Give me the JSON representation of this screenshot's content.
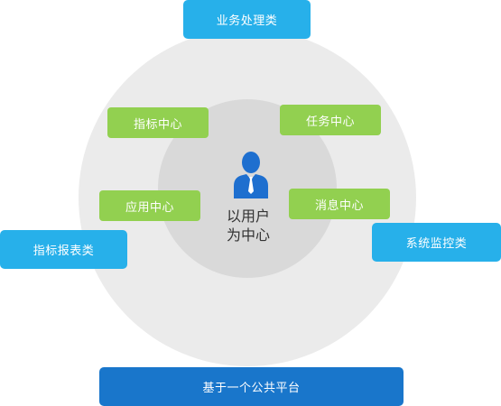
{
  "diagram": {
    "top_category": "业务处理类",
    "left_category": "指标报表类",
    "right_category": "系统监控类",
    "bottom_platform": "基于一个公共平台",
    "modules": {
      "indicator_center": "指标中心",
      "task_center": "任务中心",
      "application_center": "应用中心",
      "message_center": "消息中心"
    },
    "center": {
      "line1": "以用户",
      "line2": "为中心",
      "icon": "user-icon"
    },
    "colors": {
      "blue_box": "#27b0ea",
      "green_box": "#92d050",
      "dark_blue_box": "#1976cb",
      "outer_circle": "#ebebeb",
      "inner_circle": "#d9d9d9",
      "user_icon": "#1e6fcf"
    }
  }
}
